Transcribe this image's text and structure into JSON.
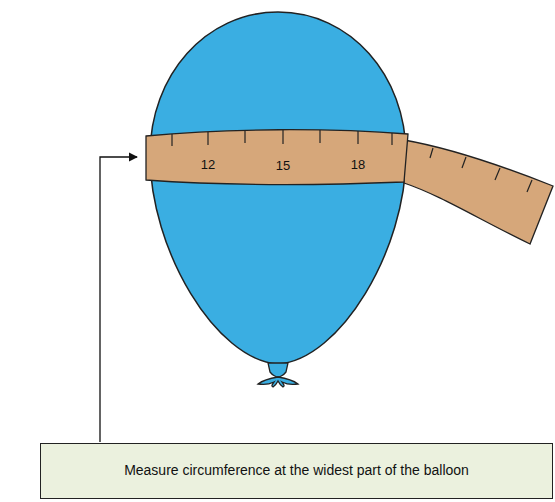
{
  "diagram": {
    "nodes": [
      {
        "text": [
          "Measure circumference at the widest part of the balloon"
        ]
      }
    ],
    "labels": [
      "12",
      "15",
      "18"
    ]
  }
}
